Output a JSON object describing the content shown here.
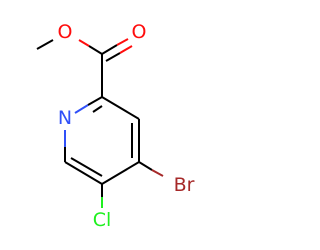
{
  "molecule": {
    "atoms": {
      "oxygen_ester": {
        "symbol": "O",
        "color": "#ff0d0d"
      },
      "oxygen_carbonyl": {
        "symbol": "O",
        "color": "#ff0d0d"
      },
      "nitrogen": {
        "symbol": "N",
        "color": "#3050f8"
      },
      "bromine": {
        "symbol": "Br",
        "color": "#a62929"
      },
      "chlorine": {
        "symbol": "Cl",
        "color": "#1ff01f"
      }
    },
    "bond_color": "#000000",
    "background": "#ffffff"
  }
}
